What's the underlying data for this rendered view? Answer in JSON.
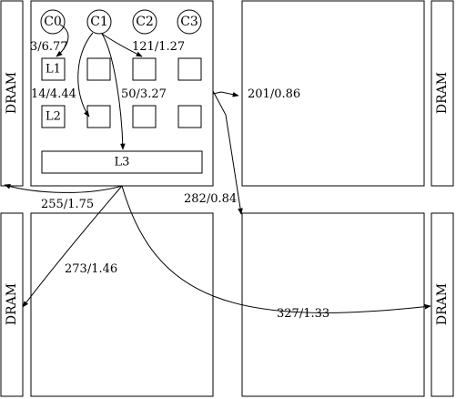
{
  "dram_label": "DRAM",
  "cores": [
    "C0",
    "C1",
    "C2",
    "C3"
  ],
  "caches": {
    "l1": "L1",
    "l2": "L2",
    "l3": "L3"
  },
  "edges": [
    {
      "label": "3/6.77"
    },
    {
      "label": "121/1.27"
    },
    {
      "label": "14/4.44"
    },
    {
      "label": "50/3.27"
    },
    {
      "label": "201/0.86"
    },
    {
      "label": "255/1.75"
    },
    {
      "label": "282/0.84"
    },
    {
      "label": "273/1.46"
    },
    {
      "label": "327/1.33"
    }
  ]
}
